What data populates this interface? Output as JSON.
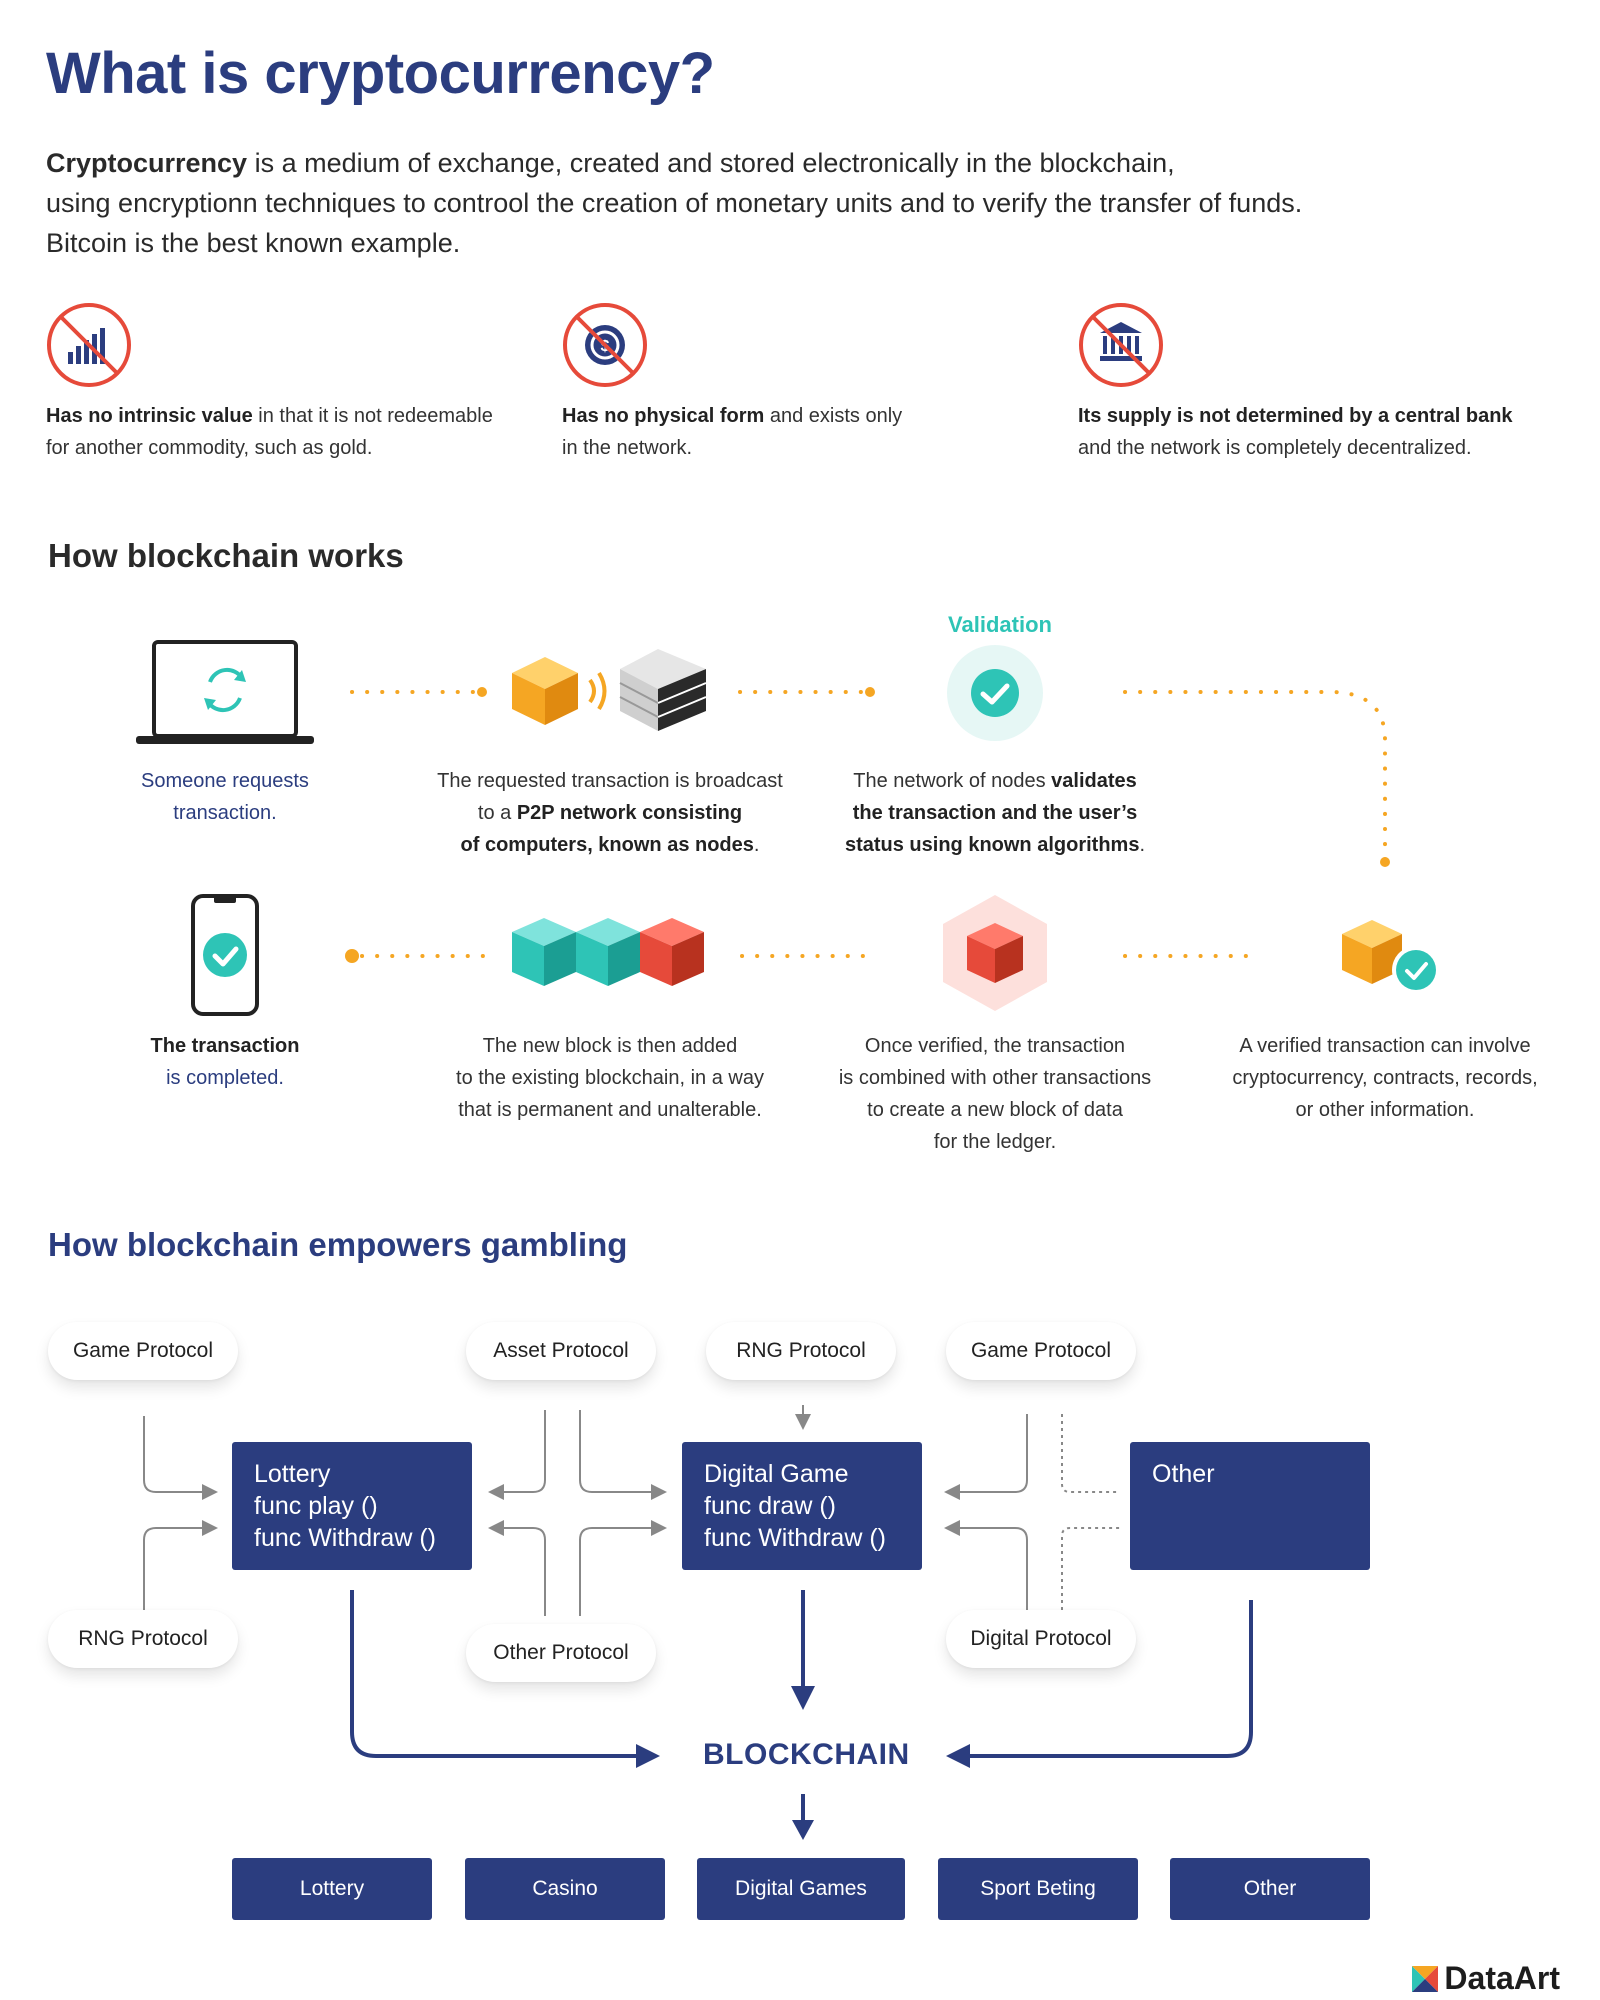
{
  "title": "What is cryptocurrency?",
  "intro": {
    "term": "Cryptocurrency",
    "line1_rest": " is a medium of exchange, created and stored electronically in the blockchain,",
    "line2": "using encryptionn techniques to controol the creation of monetary units and to verify the transfer of funds.",
    "line3": "Bitcoin is the best known example."
  },
  "features": [
    {
      "icon": "no-chart-icon",
      "bold": "Has no intrinsic value",
      "rest": " in that it is not redeemable",
      "line2": "for another commodity, such as gold."
    },
    {
      "icon": "no-coin-icon",
      "bold": "Has no physical form",
      "rest": " and exists only",
      "line2": "in the network."
    },
    {
      "icon": "no-bank-icon",
      "bold": "Its supply is not determined by a central bank",
      "rest": "",
      "line2": "and the network is completely decentralized."
    }
  ],
  "how_blockchain": {
    "heading": "How blockchain works",
    "validation_label": "Validation",
    "step1": {
      "l1": "Someone requests",
      "l2": "transaction."
    },
    "step2": {
      "l1": "The requested transaction is broadcast",
      "l2a": "to a ",
      "l2b": "P2P network consisting",
      "l3": "of computers, known as nodes",
      "l3end": "."
    },
    "step3": {
      "l1a": "The network of nodes ",
      "l1b": "validates",
      "l2": "the transaction and the user’s",
      "l3": "status using known algorithms",
      "l3end": "."
    },
    "step4": {
      "l1": "A verified transaction can involve",
      "l2": "cryptocurrency, contracts, records,",
      "l3": "or other information."
    },
    "step5": {
      "l1": "Once verified, the transaction",
      "l2": "is combined with other transactions",
      "l3": "to create a new block of data",
      "l4": "for the ledger."
    },
    "step6": {
      "l1": "The new block is then added",
      "l2": "to the existing blockchain, in a way",
      "l3": "that is permanent and unalterable."
    },
    "step7": {
      "l1": "The transaction",
      "l2": "is completed."
    }
  },
  "gambling": {
    "heading": "How blockchain empowers gambling",
    "protocols": {
      "game1": "Game Protocol",
      "asset": "Asset Protocol",
      "rng_top": "RNG Protocol",
      "game2": "Game Protocol",
      "rng_bottom": "RNG Protocol",
      "other": "Other Protocol",
      "digital": "Digital Protocol"
    },
    "contracts": {
      "lottery": [
        "Lottery",
        "func play ()",
        "func Withdraw ()"
      ],
      "digital_game": [
        "Digital Game",
        "func draw ()",
        "func Withdraw ()"
      ],
      "other": [
        "Other"
      ]
    },
    "blockchain": "BLOCKCHAIN",
    "outputs": [
      "Lottery",
      "Casino",
      "Digital Games",
      "Sport Beting",
      "Other"
    ]
  },
  "brand": "DataArt",
  "colors": {
    "navy": "#2b3d7f",
    "red": "#e64a3a",
    "orange": "#f5a623",
    "teal": "#2ec4b6",
    "dots": "#f5a623"
  }
}
